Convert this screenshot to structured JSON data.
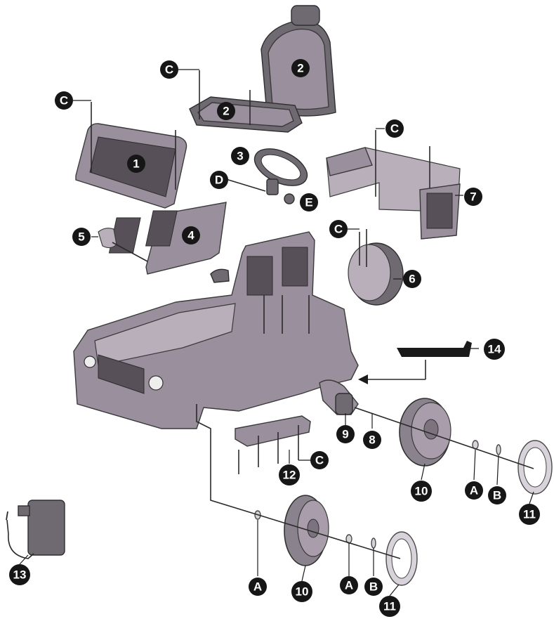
{
  "callouts": {
    "c1": "C",
    "c2": "C",
    "c3": "C",
    "c4": "C",
    "c5": "C",
    "p1": "1",
    "p2a": "2",
    "p2b": "2",
    "p3": "3",
    "p4": "4",
    "p5": "5",
    "p6": "6",
    "p7": "7",
    "p8": "8",
    "p9": "9",
    "p10a": "10",
    "p10b": "10",
    "p11a": "11",
    "p11b": "11",
    "p12": "12",
    "p13": "13",
    "p14": "14",
    "d": "D",
    "e": "E",
    "a1": "A",
    "a2": "A",
    "a3": "A",
    "b1": "B",
    "b2": "B"
  }
}
